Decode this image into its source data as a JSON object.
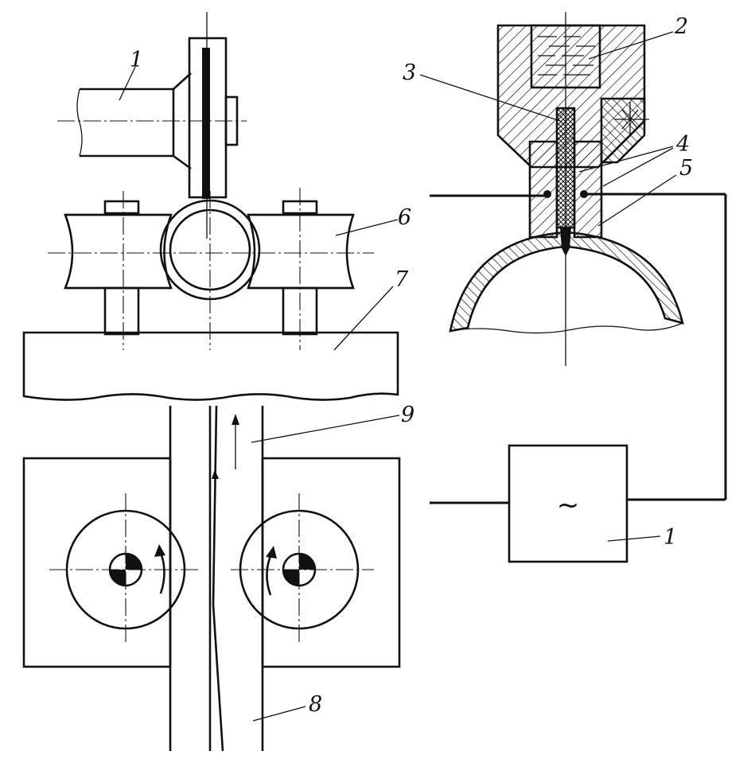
{
  "callouts": {
    "left_drive_1": "1",
    "power_source_1": "1",
    "n2": "2",
    "n3": "3",
    "n4": "4",
    "n5": "5",
    "n6": "6",
    "n7": "7",
    "n8": "8",
    "n9": "9"
  },
  "power_symbol": "~",
  "colors": {
    "ink": "#111111",
    "paper": "#ffffff"
  }
}
